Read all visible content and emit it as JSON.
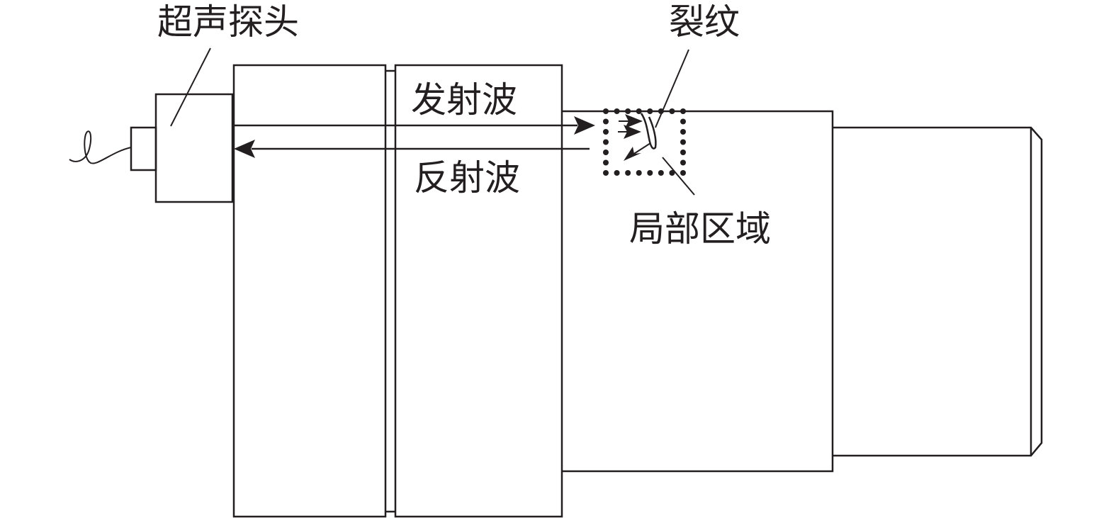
{
  "labels": {
    "probe": "超声探头",
    "crack": "裂纹",
    "emitted_wave": "发射波",
    "reflected_wave": "反射波",
    "local_region": "局部区域"
  }
}
